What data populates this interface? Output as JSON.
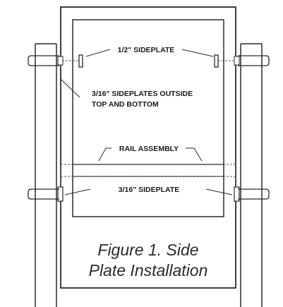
{
  "labels": {
    "half_sideplate": "1/2\" SIDEPLATE",
    "sideplates_outside": [
      "3/16\" SIDEPLATES OUTSIDE",
      "TOP AND BOTTOM"
    ],
    "rail_assembly": "RAIL ASSEMBLY",
    "sideplate_3_16": "3/16\" SIDEPLATE"
  },
  "caption": [
    "Figure 1. Side",
    "Plate Installation"
  ]
}
